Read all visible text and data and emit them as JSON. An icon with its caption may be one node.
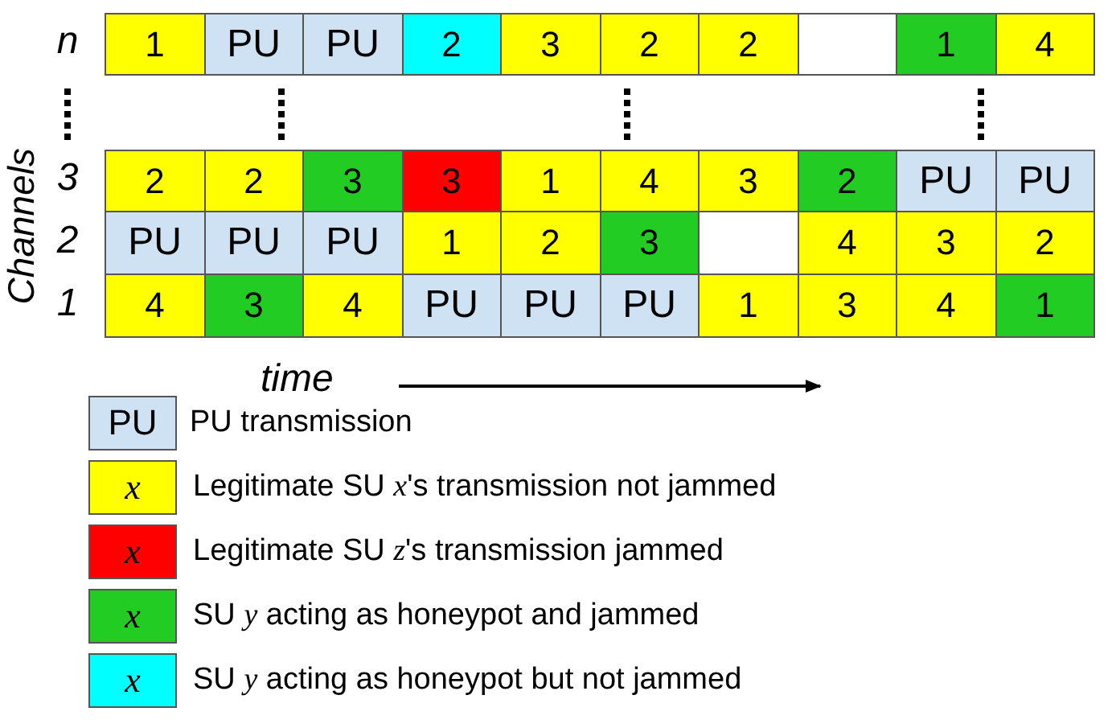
{
  "diagram": {
    "labels": [
      "n",
      "1",
      "PU",
      "PU",
      "2",
      "3",
      "2",
      "2",
      "1",
      "4",
      "3",
      "2",
      "2",
      "3",
      "3",
      "1",
      "4",
      "3",
      "2",
      "PU",
      "PU",
      "2",
      "PU",
      "PU",
      "PU",
      "1",
      "2",
      "3",
      "4",
      "3",
      "2",
      "1",
      "4",
      "3",
      "4",
      "PU",
      "PU",
      "PU",
      "1",
      "3",
      "4",
      "1",
      "Channels",
      "time",
      "PU",
      "x",
      "x",
      "x",
      "x"
    ],
    "legend": [
      {
        "text": "PU transmission",
        "color": "#cfe2f3"
      },
      {
        "text": "Legitimate SU *x*'s transmission not jammed",
        "color": "#ffff00"
      },
      {
        "text": "Legitimate SU *z*'s transmission jammed",
        "color": "#ff0000"
      },
      {
        "text": "SU *y* acting as honeypot and jammed",
        "color": "#22cc22"
      },
      {
        "text": "SU *y* acting as honeypot but not jammed",
        "color": "#00ffff"
      }
    ]
  }
}
